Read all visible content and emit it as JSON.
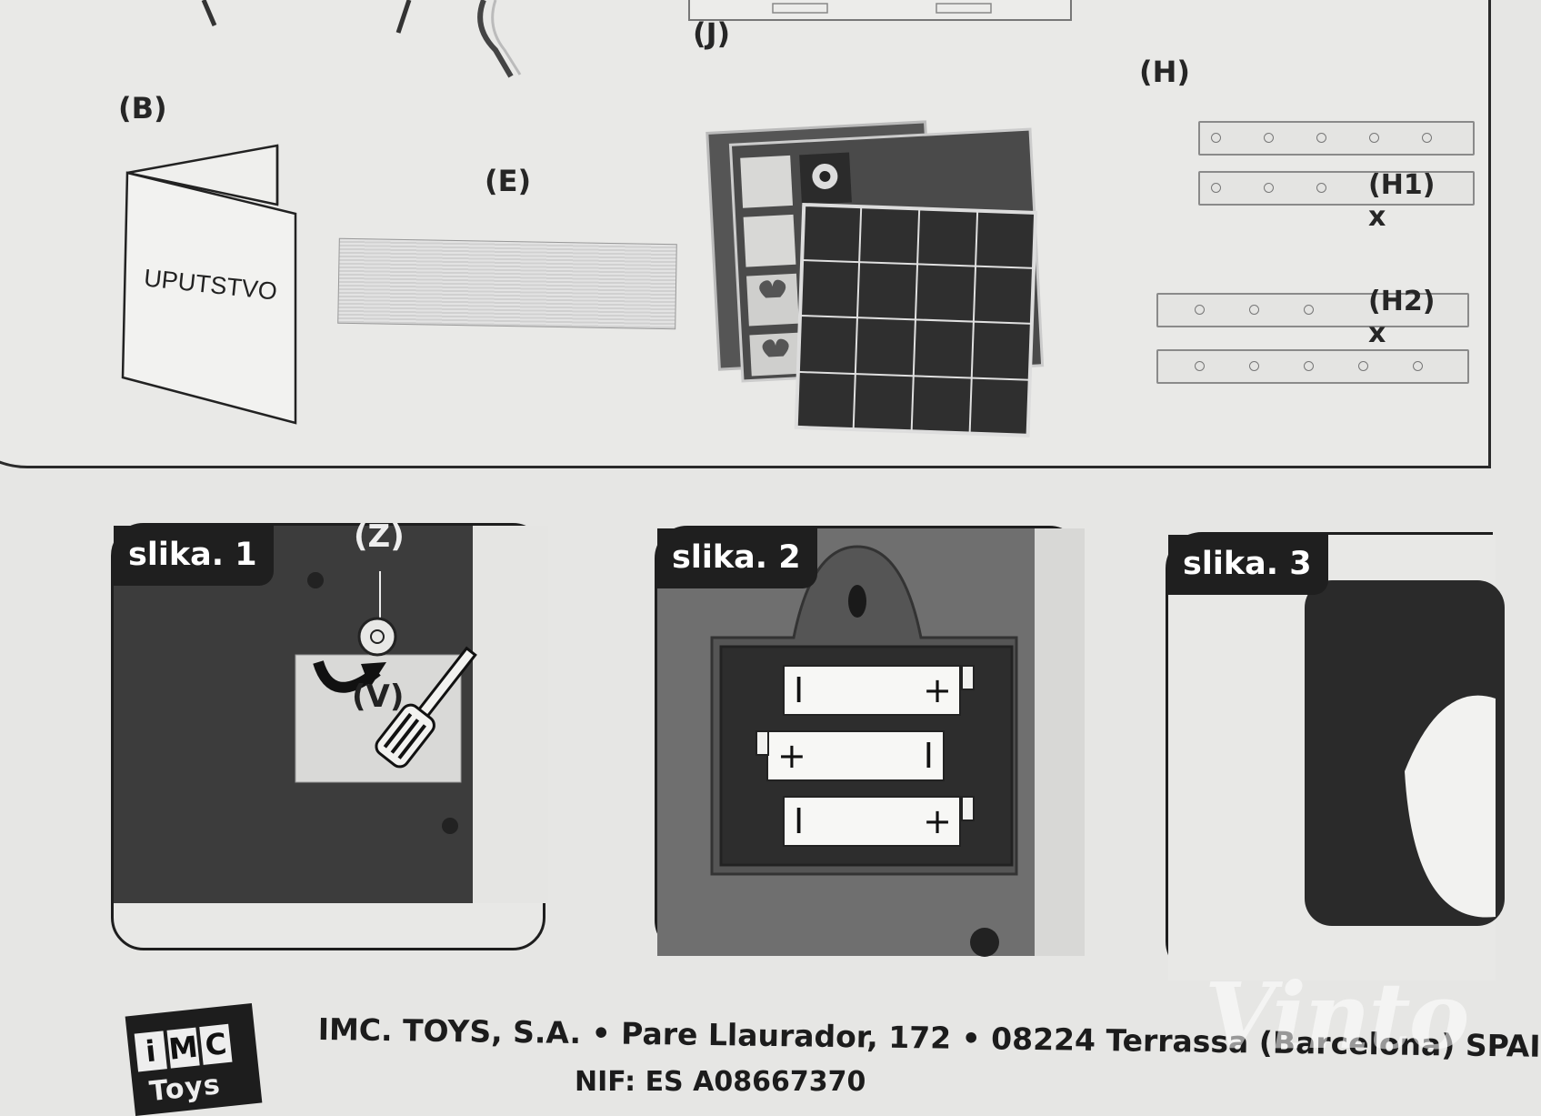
{
  "parts": {
    "label_b": "(B)",
    "label_e": "(E)",
    "label_h": "(H)",
    "label_j": "(J)",
    "label_h1": "(H1) x",
    "label_h2": "(H2) x",
    "manual_text": "UPUTSTVO"
  },
  "figures": [
    {
      "tag": "slika. 1",
      "callout_z": "(Z)",
      "callout_v": "(V)"
    },
    {
      "tag": "slika. 2",
      "batteries": [
        {
          "left": "I",
          "right": "+"
        },
        {
          "left": "+",
          "right": "I"
        },
        {
          "left": "I",
          "right": "+"
        }
      ]
    },
    {
      "tag": "slika. 3"
    }
  ],
  "footer": {
    "address": "IMC. TOYS, S.A. • Pare Llaurador, 172 • 08224 Terrassa (Barcelona) SPAI",
    "nif": "NIF: ES A08667370",
    "logo_letters": [
      "i",
      "M",
      "C"
    ],
    "logo_word": "Toys"
  },
  "watermark": "Vinto",
  "colors": {
    "paper": "#e6e6e4",
    "ink": "#1e1e1e"
  }
}
